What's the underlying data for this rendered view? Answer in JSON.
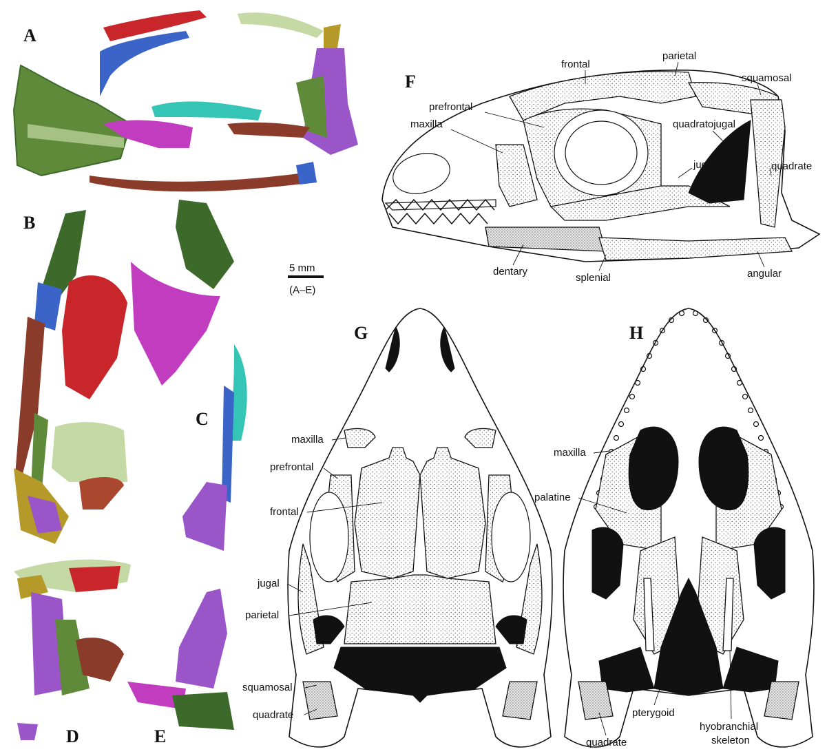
{
  "panels": {
    "A": "A",
    "B": "B",
    "C": "C",
    "D": "D",
    "E": "E",
    "F": "F",
    "G": "G",
    "H": "H"
  },
  "scale_bar": {
    "length_label": "5 mm",
    "applies_to": "(A–E)"
  },
  "panel_F_labels": {
    "frontal": "frontal",
    "parietal": "parietal",
    "squamosal": "squamosal",
    "prefrontal": "prefrontal",
    "maxilla": "maxilla",
    "quadratojugal": "quadratojugal",
    "jugal": "jugal",
    "quadrate": "quadrate",
    "dentary": "dentary",
    "splenial": "splenial",
    "angular": "angular"
  },
  "panel_G_labels": {
    "maxilla": "maxilla",
    "prefrontal": "prefrontal",
    "frontal": "frontal",
    "jugal": "jugal",
    "parietal": "parietal",
    "squamosal": "squamosal",
    "quadrate": "quadrate"
  },
  "panel_H_labels": {
    "maxilla": "maxilla",
    "palatine": "palatine",
    "pterygoid": "pterygoid",
    "quadrate": "quadrate",
    "hyobranchial_line1": "hyobranchial",
    "hyobranchial_line2": "skeleton"
  },
  "bone_colors": {
    "green": "#5f8a3a",
    "light_green": "#c5d9a4",
    "red": "#c8262b",
    "blue": "#3a64c8",
    "purple": "#9a55c9",
    "magenta": "#c23cc0",
    "cyan": "#35c5b6",
    "brown": "#8a3b2a",
    "olive": "#b59a2a",
    "dark_green": "#3d6a2b"
  }
}
